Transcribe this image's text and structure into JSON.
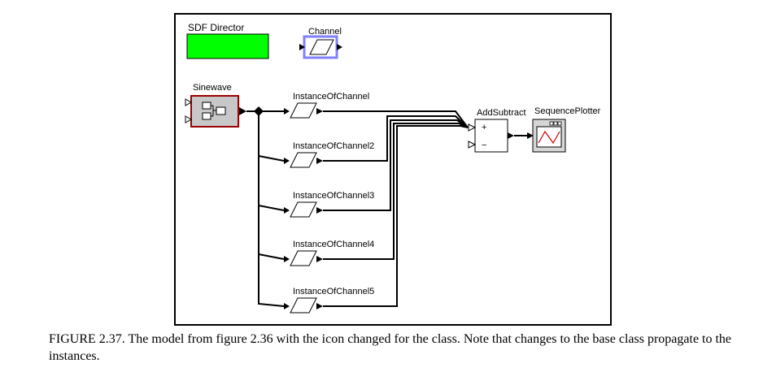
{
  "diagram": {
    "director": {
      "label": "SDF Director",
      "color": "#00ff00"
    },
    "channel_class": {
      "label": "Channel",
      "highlight_color": "#8080ff"
    },
    "source": {
      "label": "Sinewave",
      "border_color": "#990000",
      "fill": "#c8c8c8"
    },
    "instances": [
      {
        "label": "InstanceOfChannel"
      },
      {
        "label": "InstanceOfChannel2"
      },
      {
        "label": "InstanceOfChannel3"
      },
      {
        "label": "InstanceOfChannel4"
      },
      {
        "label": "InstanceOfChannel5"
      }
    ],
    "adder": {
      "label": "AddSubtract",
      "plus": "+",
      "minus": "−"
    },
    "plotter": {
      "label": "SequencePlotter",
      "trace_color": "#cc0000"
    }
  },
  "caption": "FIGURE 2.37.  The model from figure 2.36 with the icon changed for the class. Note that changes to the base class propagate to the instances."
}
